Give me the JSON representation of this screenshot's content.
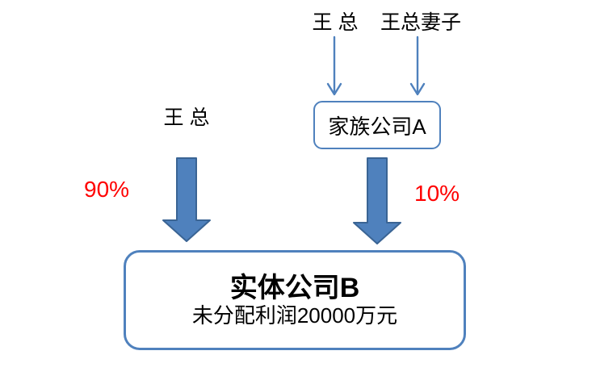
{
  "diagram": {
    "type": "ownership-structure",
    "colors": {
      "background": "#ffffff",
      "thin_arrow": "#4f81bd",
      "arrow_fill": "#4f81bd",
      "arrow_border": "#3a6494",
      "box_border": "#4f81bd",
      "label_red": "#ff0000",
      "text_black": "#000000"
    },
    "top_labels": {
      "wang": "王 总",
      "wife": "王总妻子"
    },
    "left_label": "王 总",
    "family_company_box": {
      "label": "家族公司A"
    },
    "entity_company_box": {
      "title": "实体公司B",
      "subtitle": "未分配利润20000万元"
    },
    "ownership": {
      "left_percent": "90%",
      "right_percent": "10%"
    }
  }
}
